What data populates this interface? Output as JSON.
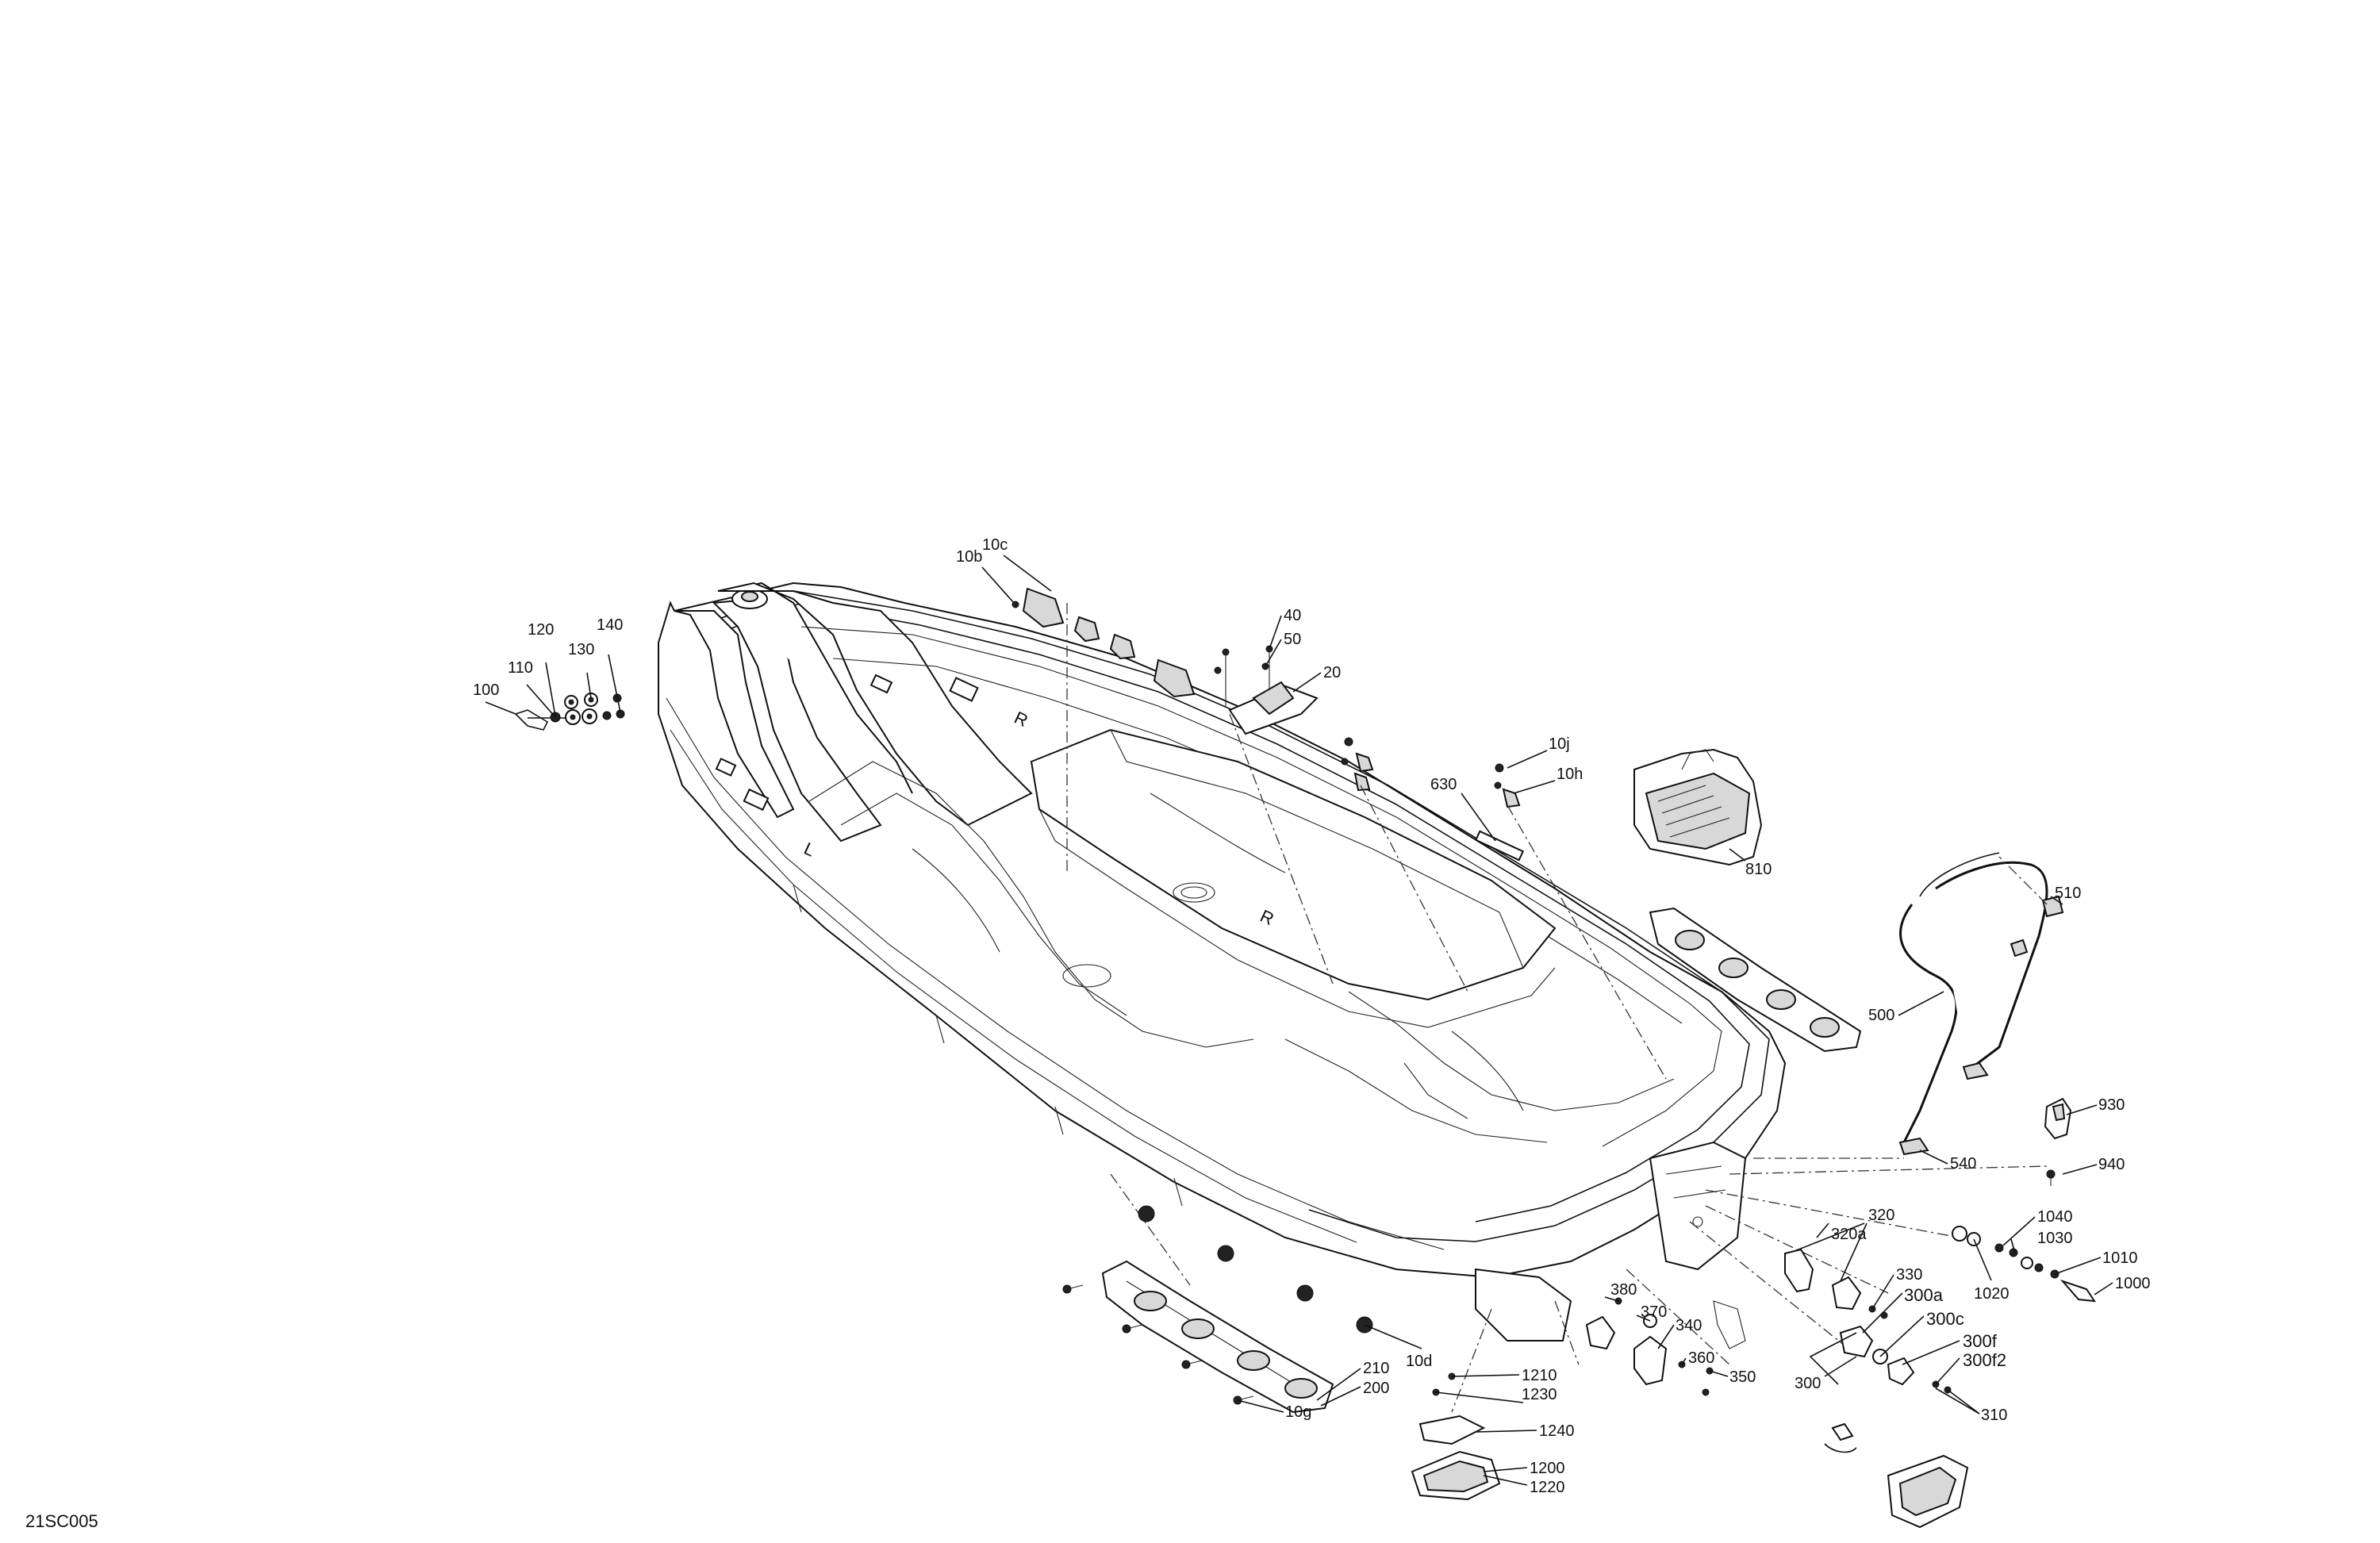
{
  "drawing_code": "21SC005",
  "callouts": [
    {
      "id": "c10c",
      "text": "10c"
    },
    {
      "id": "c10b",
      "text": "10b"
    },
    {
      "id": "c40",
      "text": "40"
    },
    {
      "id": "c50",
      "text": "50"
    },
    {
      "id": "c20",
      "text": "20"
    },
    {
      "id": "c120",
      "text": "120"
    },
    {
      "id": "c140",
      "text": "140"
    },
    {
      "id": "c130",
      "text": "130"
    },
    {
      "id": "c110",
      "text": "110"
    },
    {
      "id": "c100",
      "text": "100"
    },
    {
      "id": "c10j",
      "text": "10j"
    },
    {
      "id": "c10h",
      "text": "10h"
    },
    {
      "id": "c630",
      "text": "630"
    },
    {
      "id": "c810",
      "text": "810"
    },
    {
      "id": "c510",
      "text": "510"
    },
    {
      "id": "c500",
      "text": "500"
    },
    {
      "id": "c930",
      "text": "930"
    },
    {
      "id": "c540",
      "text": "540"
    },
    {
      "id": "c940",
      "text": "940"
    },
    {
      "id": "c320",
      "text": "320"
    },
    {
      "id": "c320a",
      "text": "320a"
    },
    {
      "id": "c330",
      "text": "330"
    },
    {
      "id": "c1040",
      "text": "1040"
    },
    {
      "id": "c1030",
      "text": "1030"
    },
    {
      "id": "c1010",
      "text": "1010"
    },
    {
      "id": "c1020",
      "text": "1020"
    },
    {
      "id": "c1000",
      "text": "1000"
    },
    {
      "id": "c300a",
      "text": "300a"
    },
    {
      "id": "c300c",
      "text": "300c"
    },
    {
      "id": "c300f",
      "text": "300f"
    },
    {
      "id": "c300f2",
      "text": "300f2"
    },
    {
      "id": "c300",
      "text": "300"
    },
    {
      "id": "c310",
      "text": "310"
    },
    {
      "id": "c380",
      "text": "380"
    },
    {
      "id": "c370",
      "text": "370"
    },
    {
      "id": "c340",
      "text": "340"
    },
    {
      "id": "c360",
      "text": "360"
    },
    {
      "id": "c350",
      "text": "350"
    },
    {
      "id": "c10d",
      "text": "10d"
    },
    {
      "id": "c1210",
      "text": "1210"
    },
    {
      "id": "c1230",
      "text": "1230"
    },
    {
      "id": "c1240",
      "text": "1240"
    },
    {
      "id": "c1200",
      "text": "1200"
    },
    {
      "id": "c1220",
      "text": "1220"
    },
    {
      "id": "c210",
      "text": "210"
    },
    {
      "id": "c200",
      "text": "200"
    },
    {
      "id": "c10g",
      "text": "10g"
    }
  ],
  "hull_marks": {
    "left_side": "L",
    "right_side_1": "R",
    "right_side_2": "R"
  }
}
